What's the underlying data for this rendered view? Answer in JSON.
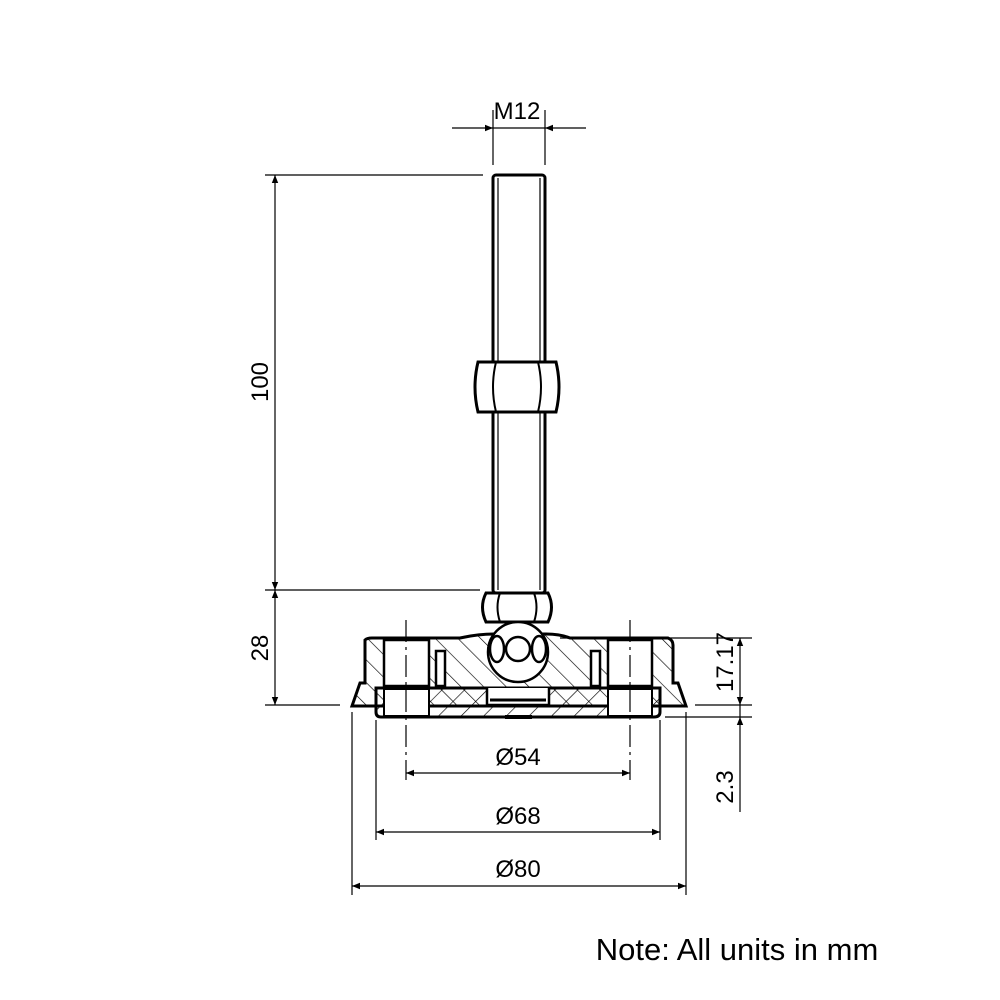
{
  "drawing": {
    "title": "Leveling foot with M12 threaded stud",
    "dimensions": {
      "thread": "M12",
      "stud_length": "100",
      "base_height": "28",
      "base_body_height": "17.17",
      "pad_thickness": "2.3",
      "hole_circle_diameter": "Ø54",
      "plate_diameter": "Ø68",
      "base_diameter": "Ø80"
    },
    "note": "Note: All units in mm"
  }
}
